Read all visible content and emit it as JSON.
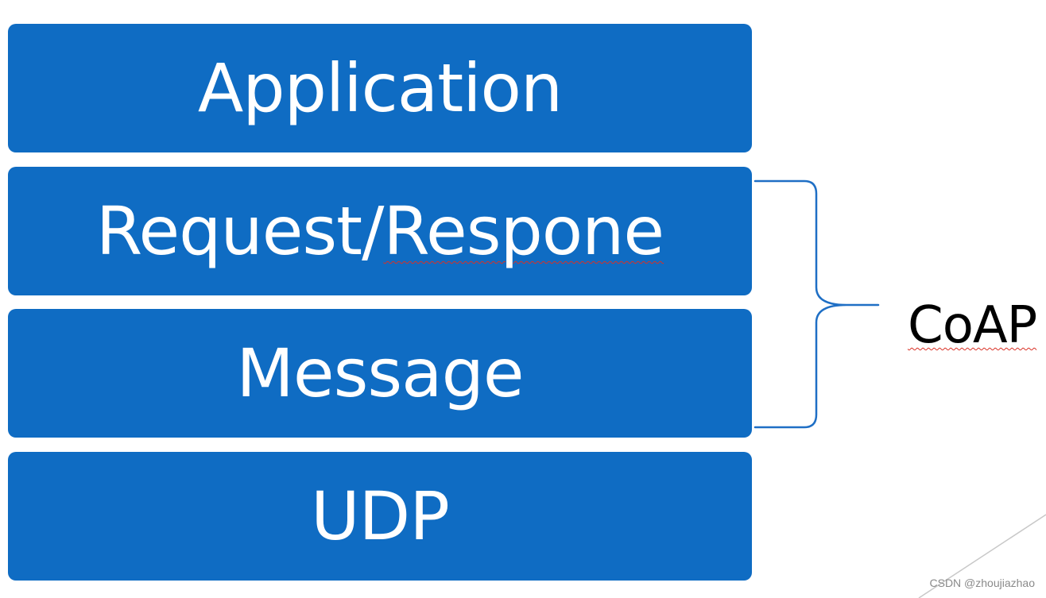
{
  "layers": [
    {
      "pre": "",
      "mis": "Application"
    },
    {
      "pre": "Request/",
      "mis": "Respone"
    },
    {
      "pre": "",
      "mis": "Message"
    },
    {
      "pre": "",
      "mis": "UDP"
    }
  ],
  "brace_label": "CoAP",
  "watermark": "CSDN @zhoujiazhao",
  "colors": {
    "layer_fill": "#0f6cc3",
    "layer_text": "#ffffff",
    "brace_stroke": "#1f6fc5",
    "spellcheck_underline": "#d93025"
  }
}
